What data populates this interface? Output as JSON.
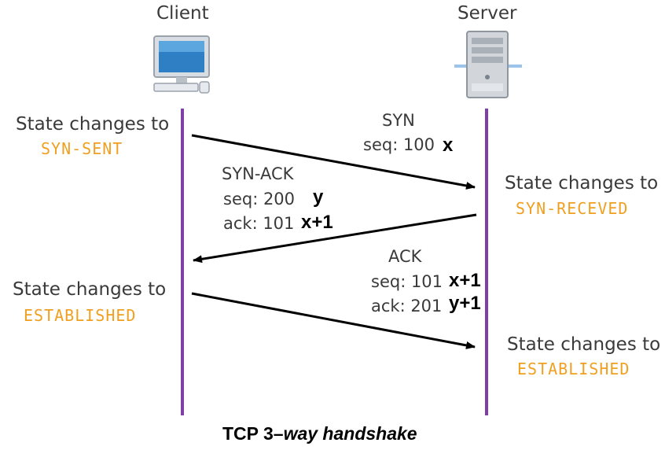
{
  "participants": {
    "client": "Client",
    "server": "Server"
  },
  "state_label": "State changes to",
  "states": {
    "syn_sent": "SYN-SENT",
    "syn_received": "SYN-RECEVED",
    "client_established": "ESTABLISHED",
    "server_established": "ESTABLISHED"
  },
  "messages": {
    "syn": {
      "name": "SYN",
      "seq": "seq: 100",
      "seq_var": "x"
    },
    "syn_ack": {
      "name": "SYN-ACK",
      "seq": "seq: 200",
      "seq_var": "y",
      "ack": "ack: 101",
      "ack_var": "x+1"
    },
    "ack": {
      "name": "ACK",
      "seq": "seq: 101",
      "seq_var": "x+1",
      "ack": "ack: 201",
      "ack_var": "y+1"
    }
  },
  "caption": {
    "prefix": "TCP 3–",
    "italic": "way handshake"
  },
  "colors": {
    "lifeline": "#7e3fa8",
    "state": "#f0a020",
    "arrow": "#000000"
  },
  "icons": {
    "client": "desktop-computer-icon",
    "server": "server-tower-icon"
  }
}
